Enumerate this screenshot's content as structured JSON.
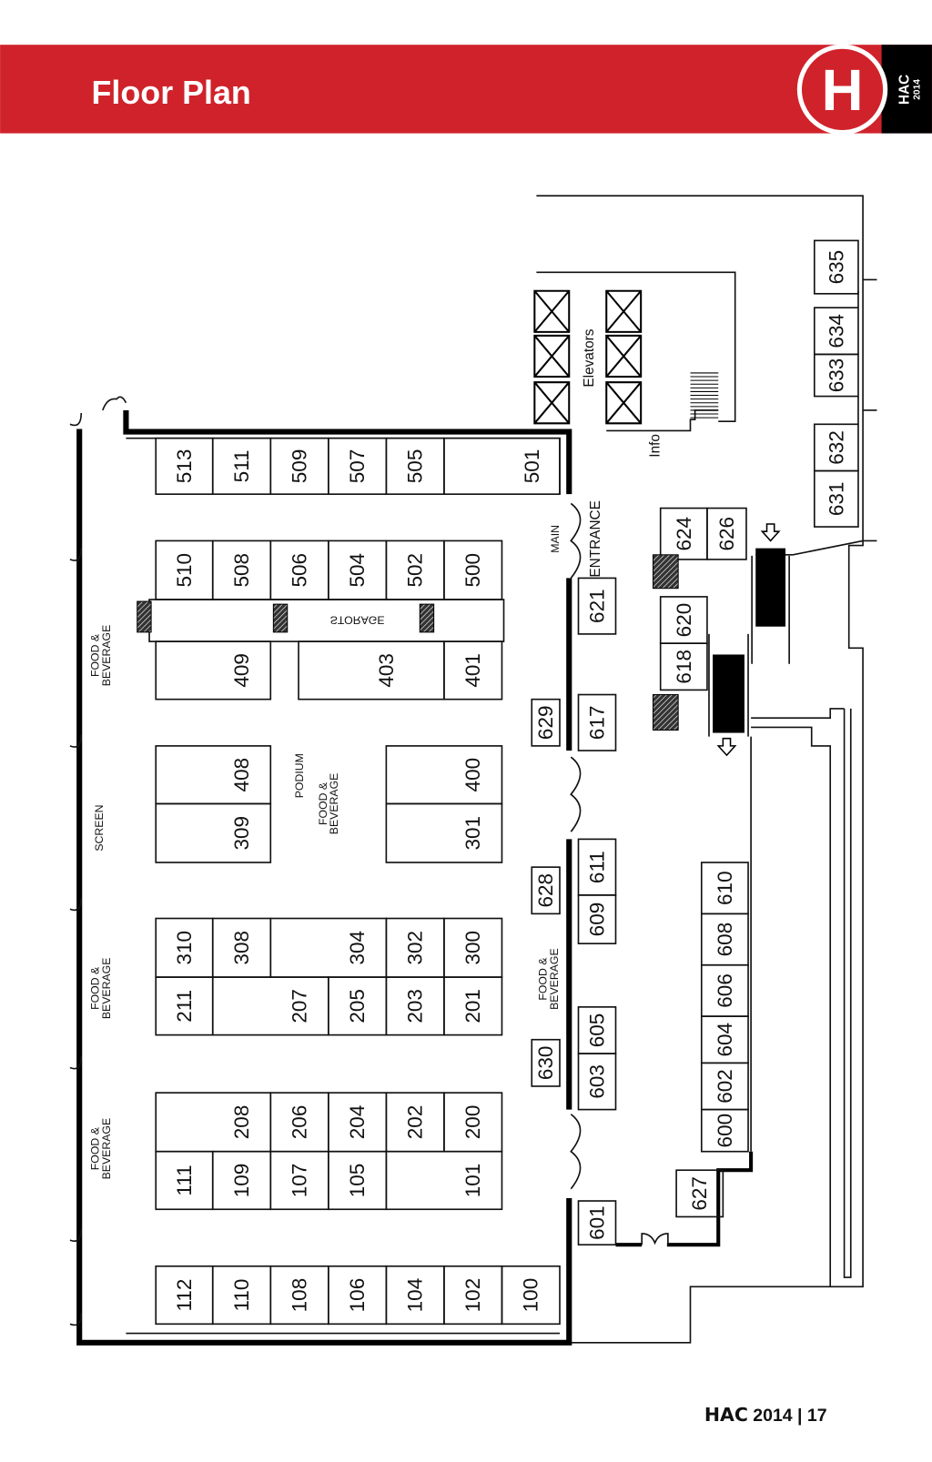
{
  "header": {
    "title": "Floor Plan",
    "logo_letter": "H",
    "logo_text": "HAC",
    "logo_year": "2014",
    "brand_color": "#d0222a"
  },
  "labels": {
    "food_beverage": [
      "FOOD &",
      "BEVERAGE"
    ],
    "screen": "SCREEN",
    "podium": "PODIUM",
    "storage": "STORAGE",
    "main_entrance": [
      "MAIN",
      "ENTRANCE"
    ],
    "elevators": "Elevators",
    "info": "Info"
  },
  "booths": [
    "513",
    "511",
    "509",
    "507",
    "505",
    "501",
    "510",
    "508",
    "506",
    "504",
    "502",
    "500",
    "409",
    "403",
    "401",
    "408",
    "309",
    "400",
    "301",
    "310",
    "211",
    "308",
    "207",
    "304",
    "205",
    "302",
    "203",
    "300",
    "201",
    "208",
    "111",
    "109",
    "206",
    "107",
    "204",
    "105",
    "202",
    "200",
    "101",
    "112",
    "110",
    "108",
    "106",
    "104",
    "102",
    "100",
    "629",
    "621",
    "617",
    "628",
    "611",
    "609",
    "605",
    "603",
    "630",
    "601",
    "624",
    "626",
    "620",
    "618",
    "610",
    "608",
    "606",
    "604",
    "602",
    "600",
    "627",
    "635",
    "634",
    "633",
    "632",
    "631"
  ],
  "footer": {
    "brand": "HAC",
    "year": "2014",
    "separator": "|",
    "page": "17"
  }
}
